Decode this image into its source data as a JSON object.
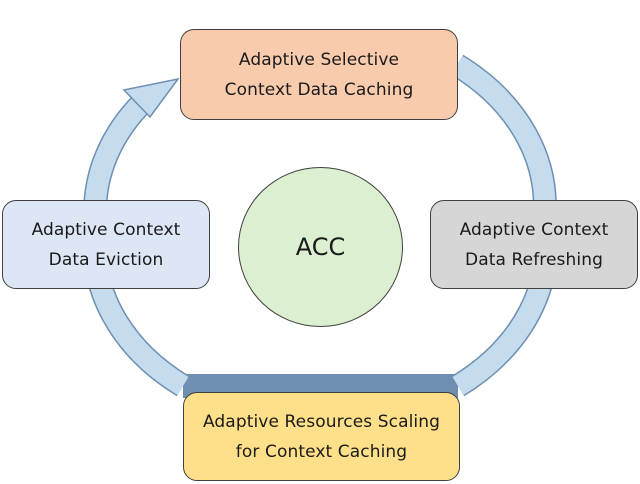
{
  "colors": {
    "ring_fill": "#c5dcef",
    "ring_stroke": "#6e8fb1",
    "box_top_fill": "#f8cbad",
    "box_right_fill": "#d6d6d6",
    "box_bottom_fill": "#ffe08a",
    "box_left_fill": "#dce6f5",
    "center_fill": "#dcefd0",
    "border": "#404040"
  },
  "boxes": {
    "top": {
      "line1": "Adaptive Selective",
      "line2": "Context Data Caching"
    },
    "right": {
      "line1": "Adaptive Context",
      "line2": "Data Refreshing"
    },
    "bottom": {
      "line1": "Adaptive Resources Scaling",
      "line2": "for Context Caching"
    },
    "left": {
      "line1": "Adaptive Context",
      "line2": "Data Eviction"
    }
  },
  "center": {
    "label": "ACC"
  }
}
